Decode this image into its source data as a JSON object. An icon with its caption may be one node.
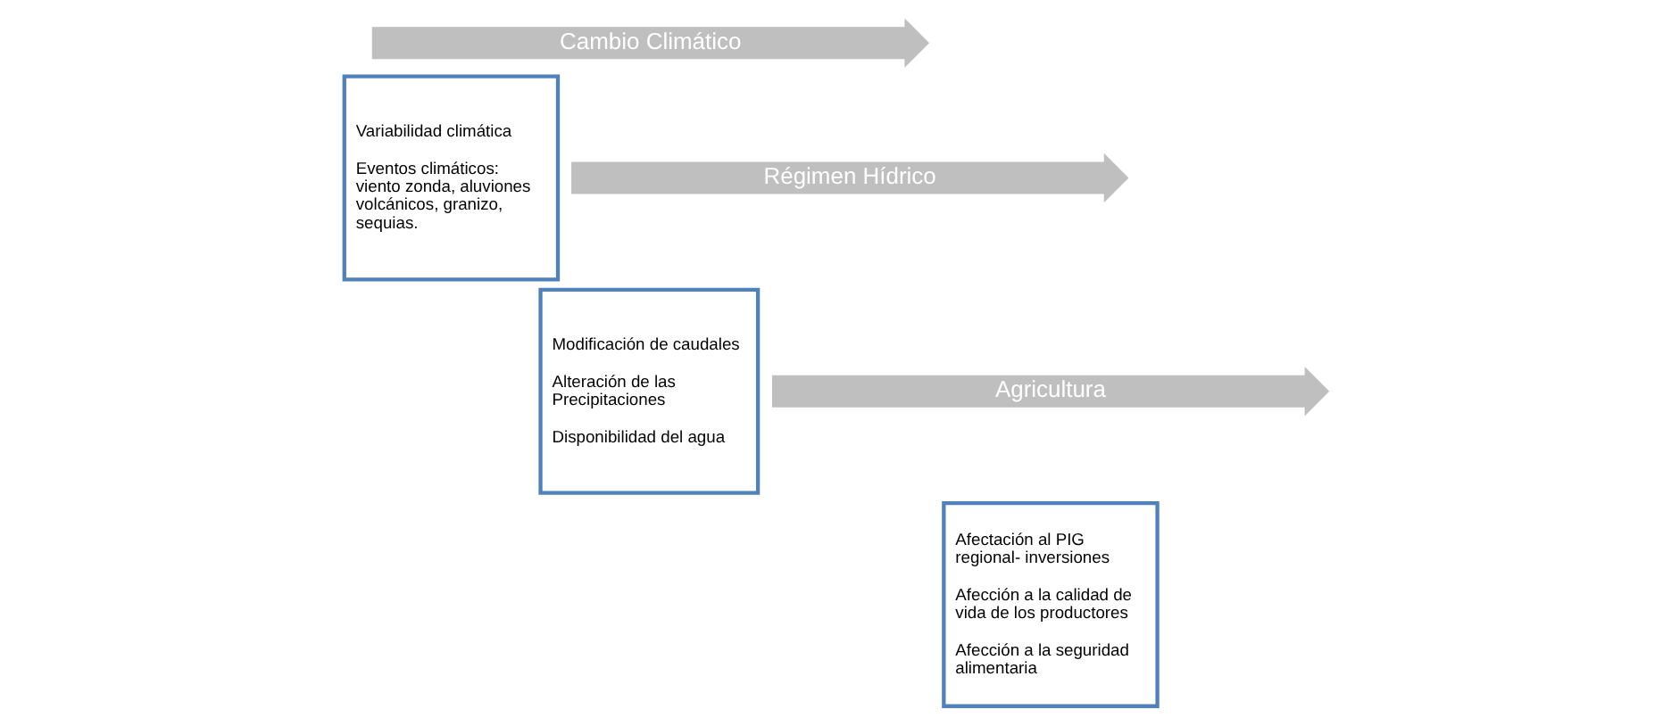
{
  "diagram": {
    "nodes": [
      {
        "text": [
          "Cambio Climático"
        ]
      },
      {
        "text": [
          "Variabilidad climática",
          "Eventos climáticos: viento zonda, aluviones volcánicos, granizo, sequias."
        ]
      },
      {
        "text": [
          "Régimen Hídrico"
        ]
      },
      {
        "text": [
          "Modificación de caudales",
          "Alteración de las Precipitaciones",
          "Disponibilidad del agua"
        ]
      },
      {
        "text": [
          "Agricultura"
        ]
      },
      {
        "text": [
          "Afectación al PIG regional- inversiones",
          "Afección a la calidad de vida de los productores",
          "Afección a la seguridad alimentaria"
        ]
      }
    ],
    "edges": []
  }
}
